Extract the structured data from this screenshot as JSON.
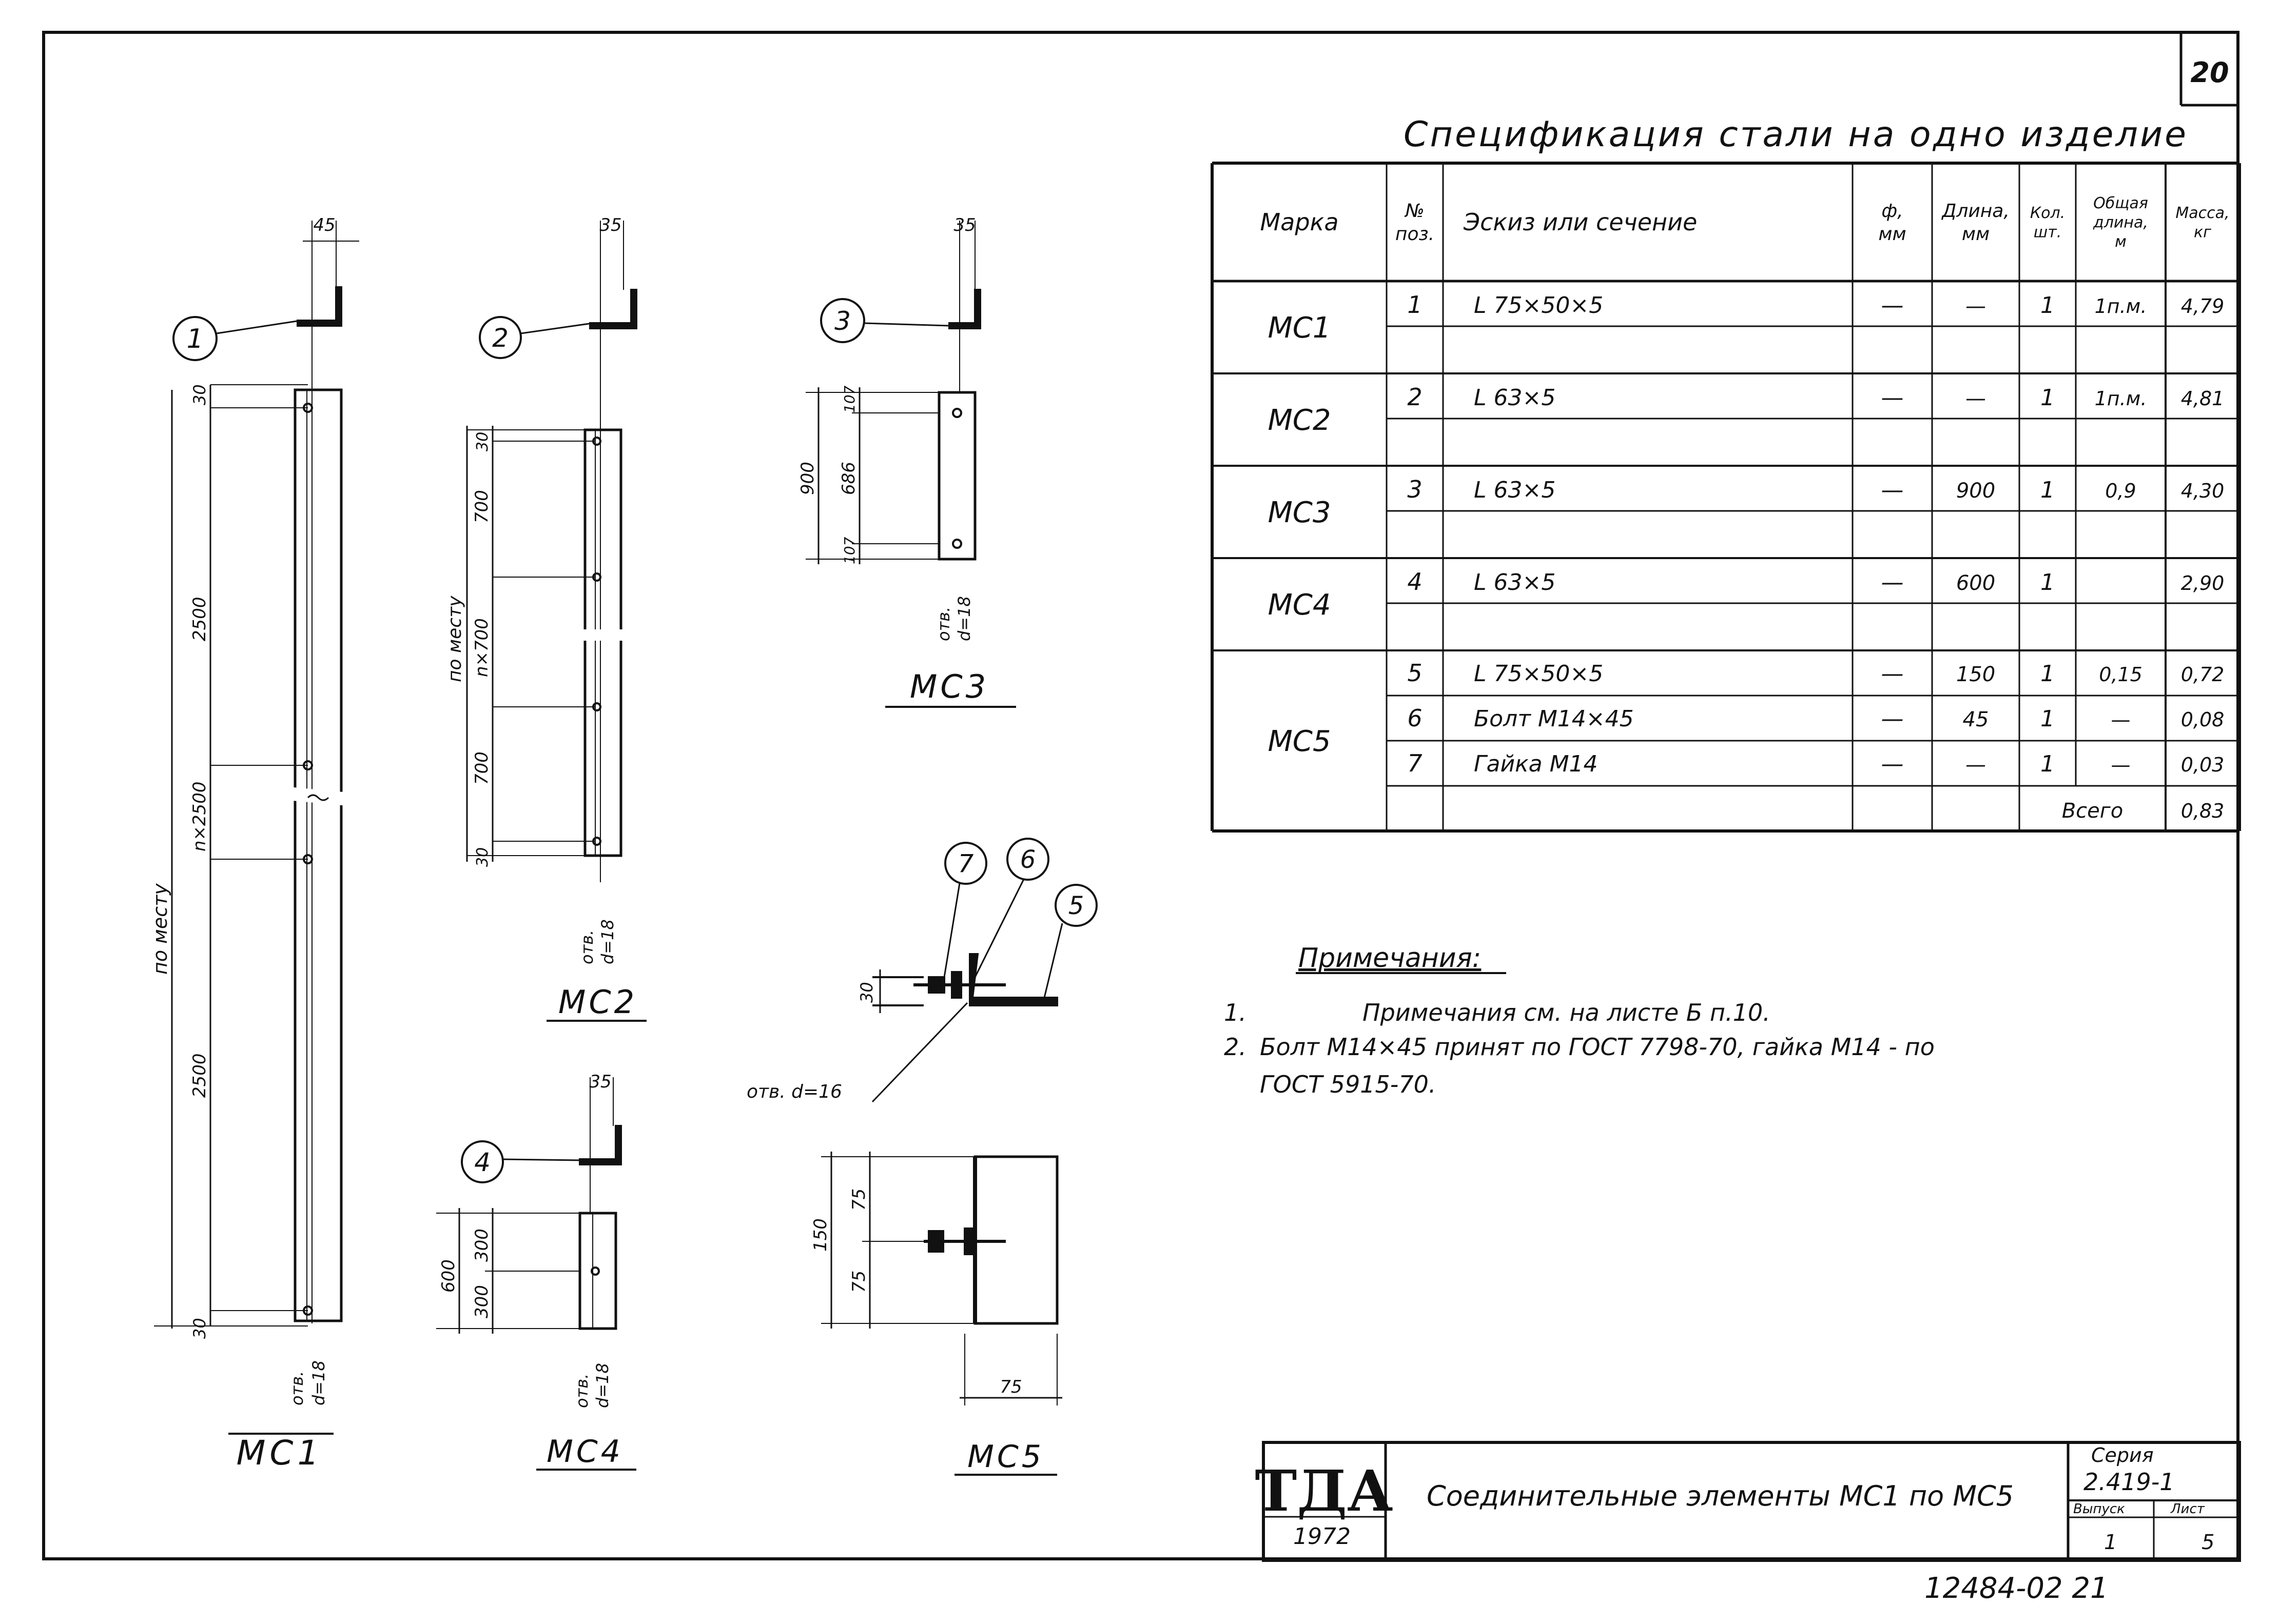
{
  "page_number": "20",
  "spec_title": "Спецификация стали на одно изделие",
  "table": {
    "headers": [
      "Марка",
      "№ поз.",
      "Эскиз или сечение",
      "ф, мм",
      "Длина, мм",
      "Кол. шт.",
      "Общая длина, м",
      "Масса, кг"
    ],
    "header_lines": {
      "mark": [
        "Марка"
      ],
      "pos": [
        "№",
        "поз."
      ],
      "sketch": [
        "Эскиз или сечение"
      ],
      "diam": [
        "ф,",
        "мм"
      ],
      "len": [
        "Длина,",
        "мм"
      ],
      "qty": [
        "Кол.",
        "шт."
      ],
      "total": [
        "Общая",
        "длина,",
        "м"
      ],
      "mass": [
        "Масса,",
        "кг"
      ]
    },
    "groups": [
      {
        "mark": "МС1",
        "rows": [
          {
            "pos": "1",
            "sketch": "L 75×50×5",
            "diam": "—",
            "length": "—",
            "qty": "1",
            "total": "1п.м.",
            "mass": "4,79"
          }
        ]
      },
      {
        "mark": "МС2",
        "rows": [
          {
            "pos": "2",
            "sketch": "L 63×5",
            "diam": "—",
            "length": "—",
            "qty": "1",
            "total": "1п.м.",
            "mass": "4,81"
          }
        ]
      },
      {
        "mark": "МС3",
        "rows": [
          {
            "pos": "3",
            "sketch": "L 63×5",
            "diam": "—",
            "length": "900",
            "qty": "1",
            "total": "0,9",
            "mass": "4,30"
          }
        ]
      },
      {
        "mark": "МС4",
        "rows": [
          {
            "pos": "4",
            "sketch": "L 63×5",
            "diam": "—",
            "length": "600",
            "qty": "1",
            "total": "",
            "mass": "2,90"
          }
        ]
      },
      {
        "mark": "МС5",
        "rows": [
          {
            "pos": "5",
            "sketch": "L 75×50×5",
            "diam": "—",
            "length": "150",
            "qty": "1",
            "total": "0,15",
            "mass": "0,72"
          },
          {
            "pos": "6",
            "sketch": "Болт М14×45",
            "diam": "—",
            "length": "45",
            "qty": "1",
            "total": "—",
            "mass": "0,08"
          },
          {
            "pos": "7",
            "sketch": "Гайка М14",
            "diam": "—",
            "length": "—",
            "qty": "1",
            "total": "—",
            "mass": "0,03"
          }
        ]
      }
    ],
    "total_label": "Всего",
    "total_mass": "0,83"
  },
  "notes": {
    "title": "Примечания:",
    "items": [
      {
        "num": "1.",
        "text": "Примечания см. на листе Б п.10."
      },
      {
        "num": "2.",
        "text": "Болт М14×45 принят по ГОСТ 7798-70, гайка М14 - по"
      }
    ],
    "continuation": "ГОСТ 5915-70."
  },
  "title_block": {
    "logo": "ТДА",
    "year": "1972",
    "title": "Соединительные элементы МС1 по МС5",
    "series_label": "Серия",
    "series_value": "2.419-1",
    "issue_label": "Выпуск",
    "sheet_label": "Лист",
    "issue_value": "1",
    "sheet_value": "5"
  },
  "stamp_bottom": "12484-02 21",
  "drawings": {
    "mc1": {
      "label": "МС1",
      "callout": "1",
      "width_dim": "45",
      "dims": {
        "top": "30",
        "upper": "2500",
        "mid": "n×2500",
        "lower": "2500",
        "bottom": "30",
        "overall": "по месту"
      },
      "hole": [
        "отв.",
        "d=18"
      ]
    },
    "mc2": {
      "label": "МС2",
      "callout": "2",
      "width_dim": "35",
      "dims": {
        "top": "30",
        "upper": "700",
        "mid": "n×700",
        "lower": "700",
        "bottom": "30",
        "overall": "по месту"
      },
      "hole": [
        "отв.",
        "d=18"
      ]
    },
    "mc3": {
      "label": "МС3",
      "callout": "3",
      "width_dim": "35",
      "dims": {
        "top": "107",
        "mid": "686",
        "bottom": "107",
        "overall": "900"
      },
      "hole": [
        "отв.",
        "d=18"
      ]
    },
    "mc4": {
      "label": "МС4",
      "callout": "4",
      "width_dim": "35",
      "dims": {
        "upper": "300",
        "lower": "300",
        "overall": "600"
      },
      "hole": [
        "отв.",
        "d=18"
      ]
    },
    "mc5": {
      "label": "МС5",
      "callouts": [
        "7",
        "6",
        "5"
      ],
      "dims": {
        "side": "30",
        "hole": "отв. d=16",
        "upper": "75",
        "lower": "75",
        "overall": "150",
        "width": "75"
      }
    }
  }
}
